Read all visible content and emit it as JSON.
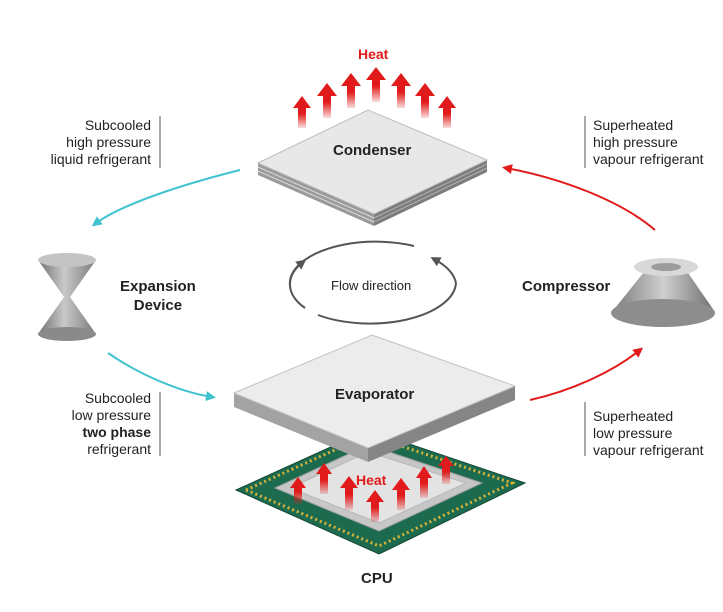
{
  "labels": {
    "heat_top": "Heat",
    "heat_cpu": "Heat",
    "condenser": "Condenser",
    "evaporator": "Evaporator",
    "cpu": "CPU",
    "expansion_line1": "Expansion",
    "expansion_line2": "Device",
    "compressor": "Compressor",
    "flow_direction": "Flow direction"
  },
  "notes": {
    "subcooled_high": [
      "Subcooled",
      "high pressure",
      "liquid refrigerant"
    ],
    "superheated_high": [
      "Superheated",
      "high pressure",
      "vapour refrigerant"
    ],
    "subcooled_low": [
      "Subcooled",
      "low pressure",
      "two phase",
      "refrigerant"
    ],
    "superheated_low": [
      "Superheated",
      "low pressure",
      "vapour refrigerant"
    ]
  },
  "colors": {
    "heat": "#e11b1b",
    "cold_flow": "#3ec3cf",
    "hot_flow": "#e11b1b",
    "cpu_board": "#1d6b4e",
    "cpu_pins": "#d8b33a",
    "plate": "#e6e6e6",
    "device": "#9d9d9d"
  }
}
